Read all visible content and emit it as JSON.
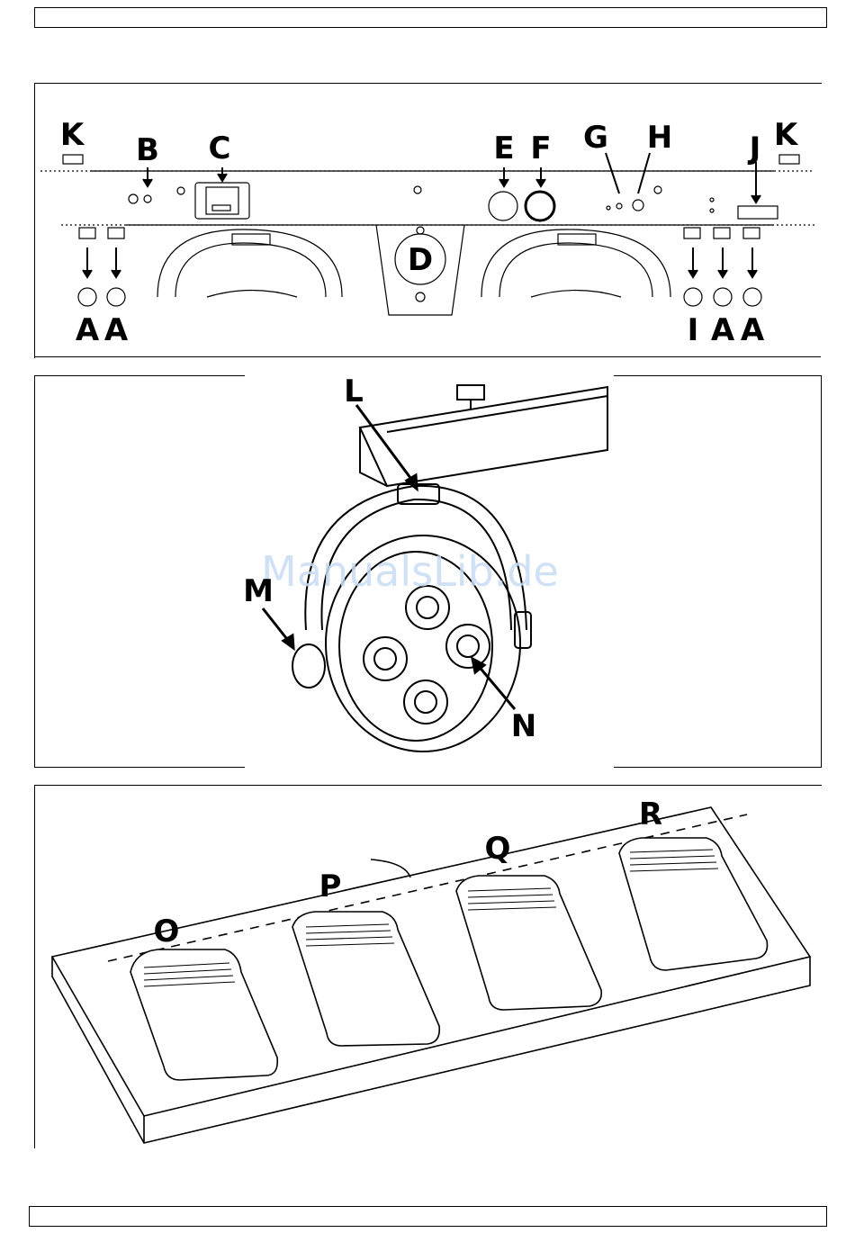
{
  "labels": {
    "fig1": [
      "K",
      "B",
      "C",
      "E",
      "F",
      "G",
      "H",
      "J",
      "K",
      "D",
      "A",
      "A",
      "I",
      "A",
      "A"
    ],
    "fig2": [
      "L",
      "M",
      "N"
    ],
    "fig3": [
      "O",
      "P",
      "Q",
      "R"
    ]
  },
  "watermark": "ManualsLib.de"
}
